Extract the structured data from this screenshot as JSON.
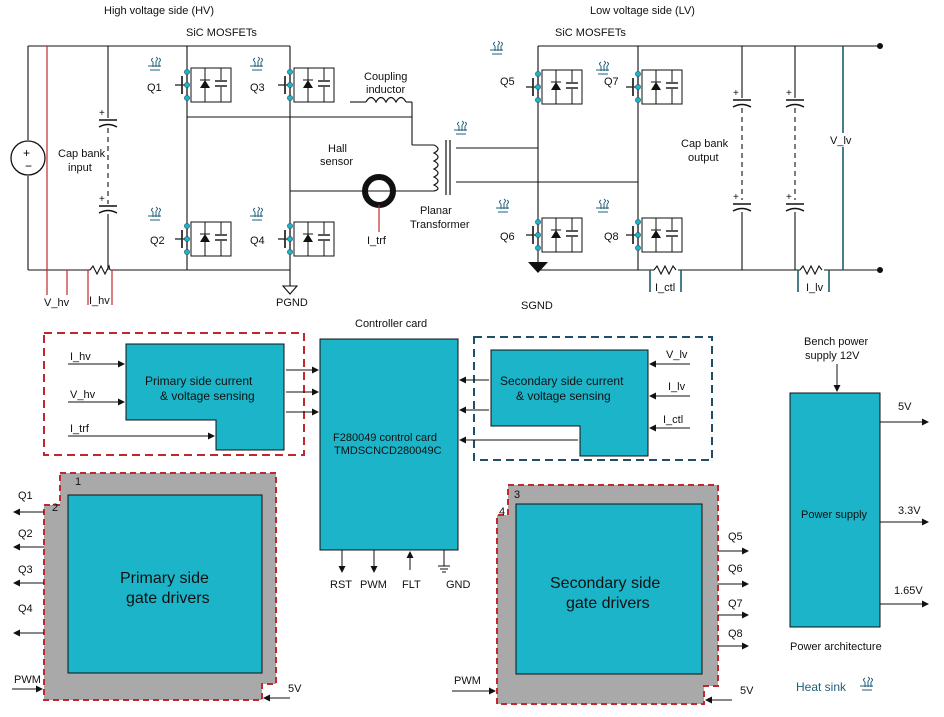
{
  "hv_title": "High voltage side (HV)",
  "lv_title": "Low voltage side (LV)",
  "sic_hv": "SiC MOSFETs",
  "sic_lv": "SiC MOSFETs",
  "q": {
    "q1": "Q1",
    "q2": "Q2",
    "q3": "Q3",
    "q4": "Q4",
    "q5": "Q5",
    "q6": "Q6",
    "q7": "Q7",
    "q8": "Q8"
  },
  "cap_input": [
    "Cap bank",
    "input"
  ],
  "cap_output": [
    "Cap bank",
    "output"
  ],
  "coupling": [
    "Coupling",
    "inductor"
  ],
  "hall": [
    "Hall",
    "sensor"
  ],
  "planar": [
    "Planar",
    "Transformer"
  ],
  "i_trf": "I_trf",
  "v_hv": "V_hv",
  "i_hv": "I_hv",
  "pgnd": "PGND",
  "sgnd": "SGND",
  "i_ctl": "I_ctl",
  "i_lv": "I_lv",
  "v_lv": "V_lv",
  "controller_card": "Controller card",
  "primary_sensing": {
    "inputs": [
      "I_hv",
      "V_hv",
      "I_trf"
    ],
    "title": [
      "Primary side current",
      "& voltage sensing"
    ]
  },
  "secondary_sensing": {
    "inputs": [
      "V_lv",
      "I_lv",
      "I_ctl"
    ],
    "title": [
      "Secondary side current",
      "& voltage sensing"
    ]
  },
  "control_card": [
    "F280049 control card",
    "TMDSCNCD280049C"
  ],
  "control_pins": [
    "RST",
    "PWM",
    "FLT",
    "GND"
  ],
  "primary_gd": {
    "title": [
      "Primary side",
      "gate drivers"
    ],
    "outputs": [
      "Q1",
      "Q2",
      "Q3",
      "Q4"
    ],
    "corner": [
      "1",
      "2"
    ],
    "pwm": "PWM",
    "supply": "5V"
  },
  "secondary_gd": {
    "title": [
      "Secondary side",
      "gate drivers"
    ],
    "outputs": [
      "Q5",
      "Q6",
      "Q7",
      "Q8"
    ],
    "corner": [
      "3",
      "4"
    ],
    "pwm": "PWM",
    "supply": "5V"
  },
  "bench_supply": [
    "Bench power",
    "supply 12V"
  ],
  "power_supply": "Power supply",
  "ps_outputs": [
    "5V",
    "3.3V",
    "1.65V"
  ],
  "power_arch": "Power architecture",
  "heat_sink": "Heat sink",
  "colors": {
    "teal": "#1bb4c8",
    "gray": "#a9a9a9",
    "red": "#c0282d",
    "navy": "#1f4e66",
    "dark_teal": "#1b5e6e"
  }
}
